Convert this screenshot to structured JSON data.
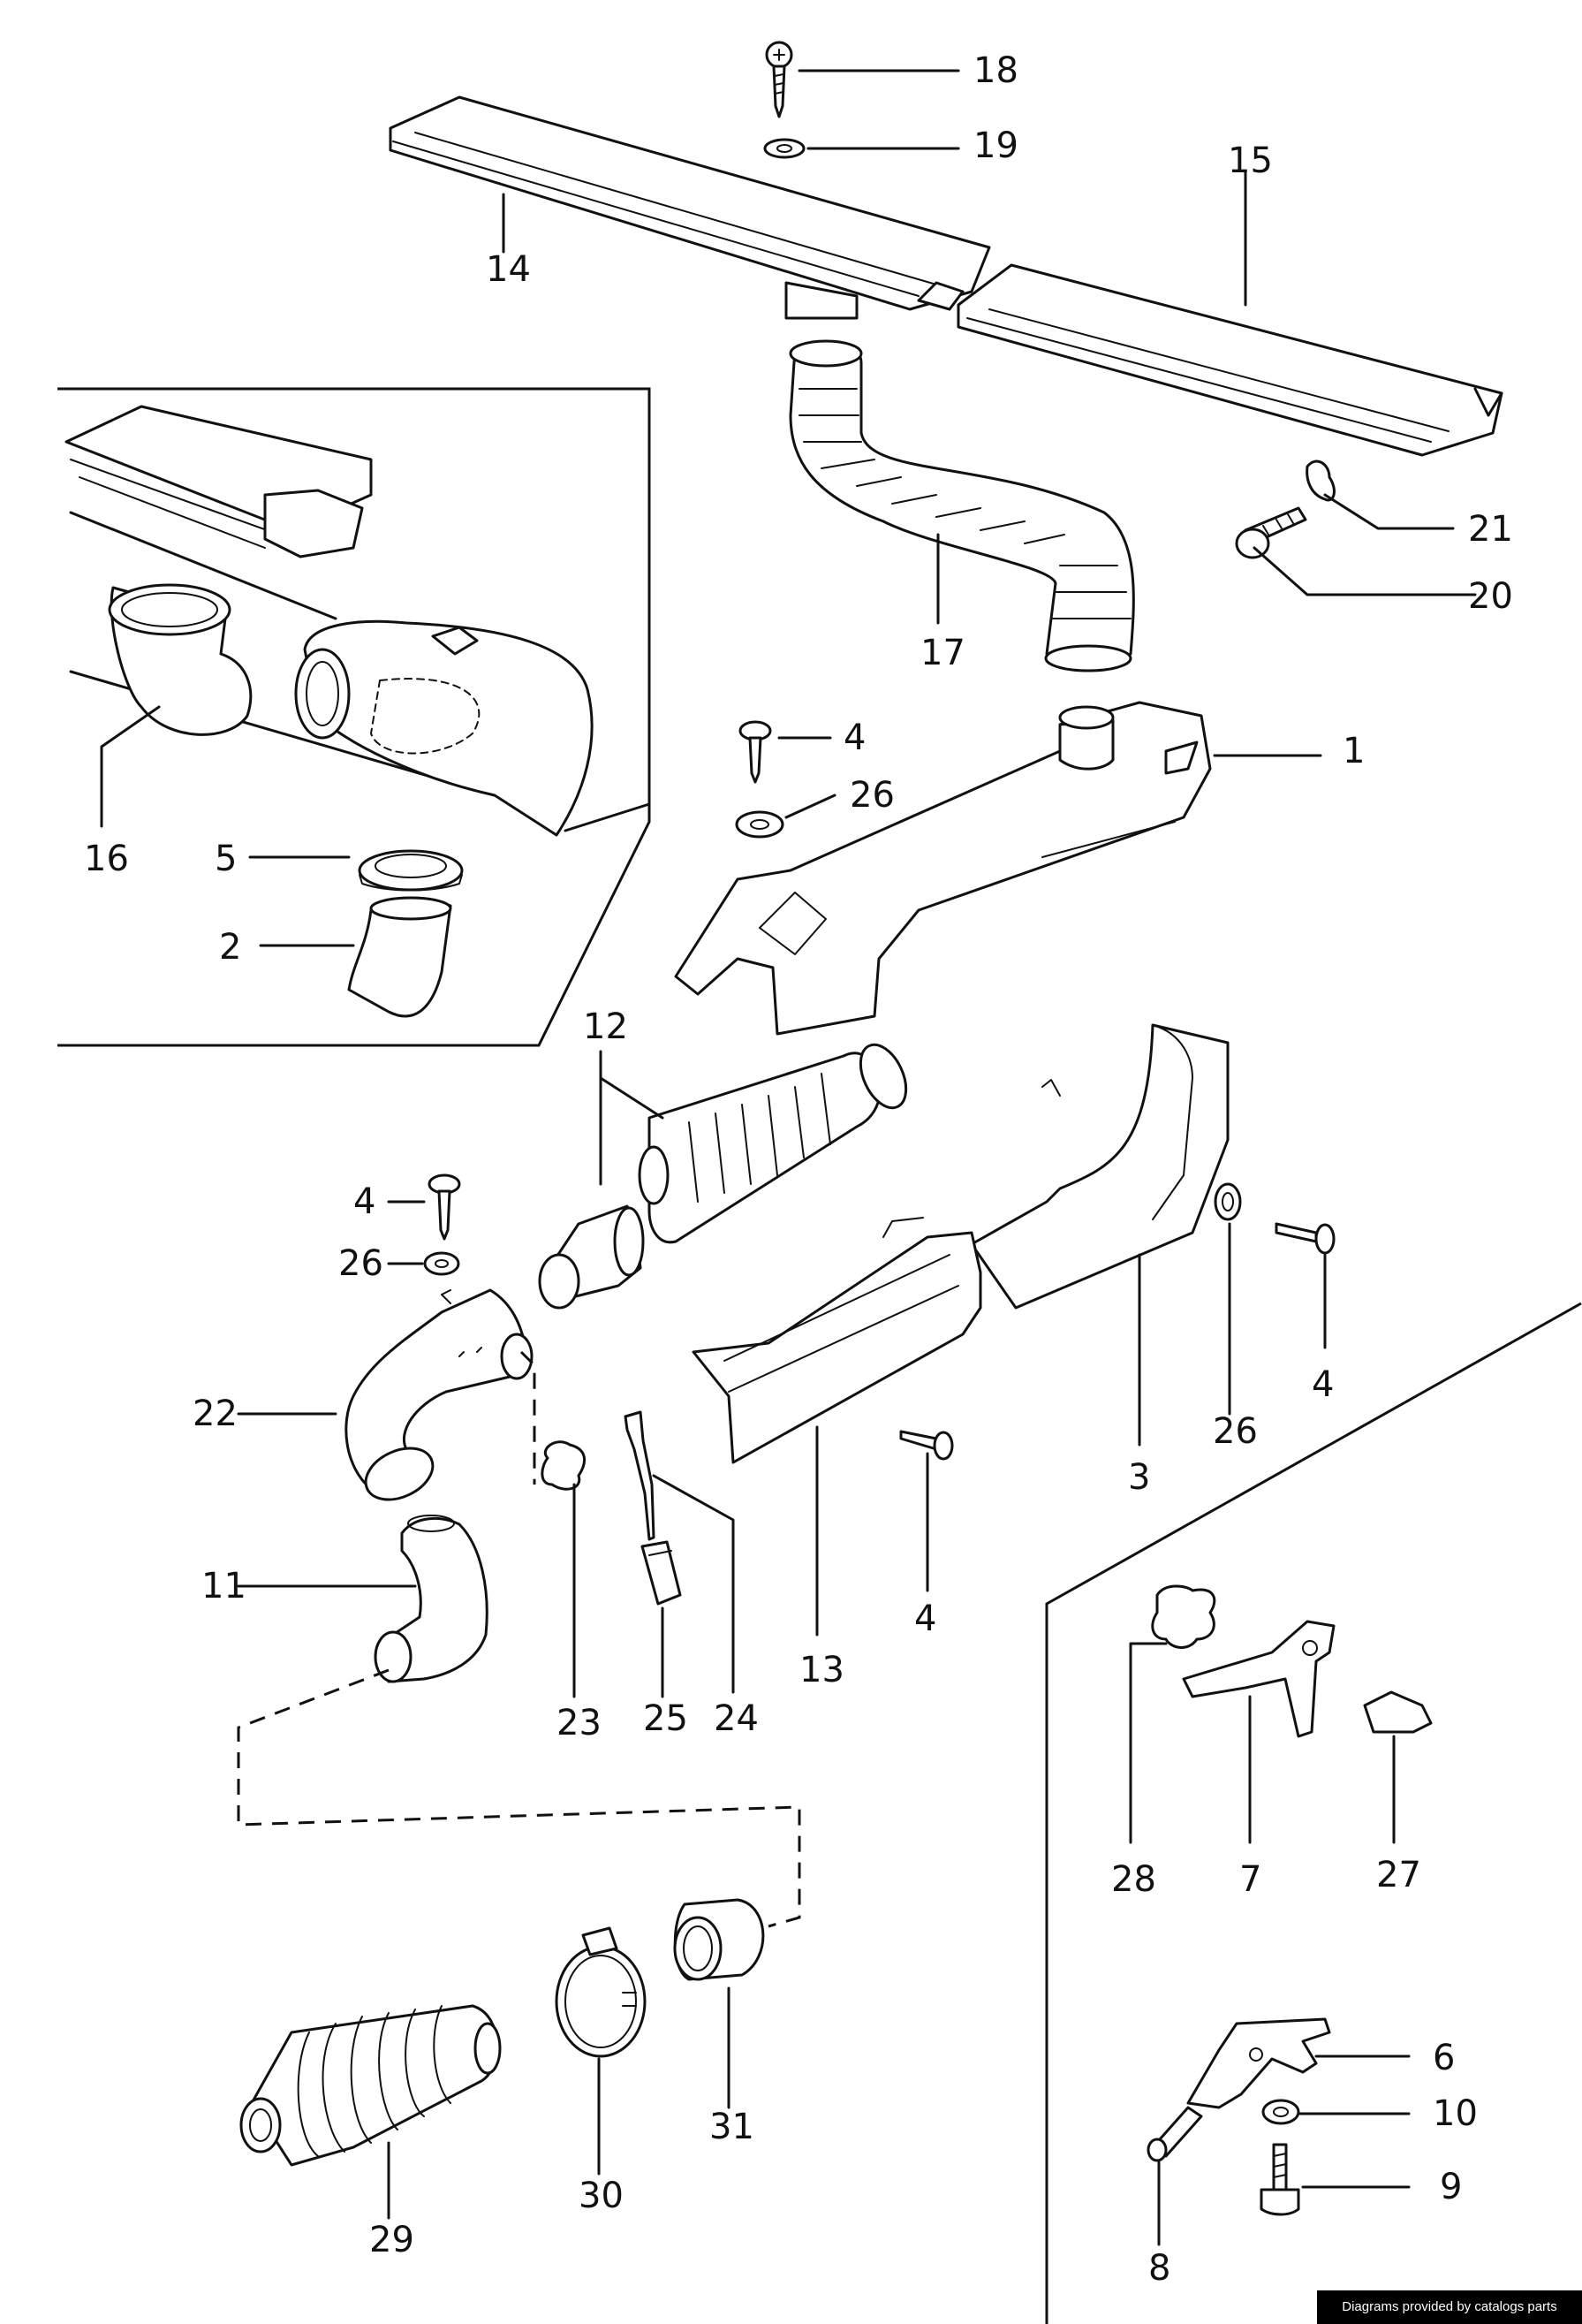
{
  "callouts": [
    {
      "id": "c18",
      "text": "18"
    },
    {
      "id": "c19",
      "text": "19"
    },
    {
      "id": "c15",
      "text": "15"
    },
    {
      "id": "c14",
      "text": "14"
    },
    {
      "id": "c21",
      "text": "21"
    },
    {
      "id": "c20",
      "text": "20"
    },
    {
      "id": "c17",
      "text": "17"
    },
    {
      "id": "c4a",
      "text": "4"
    },
    {
      "id": "c26a",
      "text": "26"
    },
    {
      "id": "c1",
      "text": "1"
    },
    {
      "id": "c16",
      "text": "16"
    },
    {
      "id": "c5",
      "text": "5"
    },
    {
      "id": "c2",
      "text": "2"
    },
    {
      "id": "c12",
      "text": "12"
    },
    {
      "id": "c4b",
      "text": "4"
    },
    {
      "id": "c26b",
      "text": "26"
    },
    {
      "id": "c22",
      "text": "22"
    },
    {
      "id": "c26c",
      "text": "26"
    },
    {
      "id": "c4c",
      "text": "4"
    },
    {
      "id": "c3",
      "text": "3"
    },
    {
      "id": "c4d",
      "text": "4"
    },
    {
      "id": "c13",
      "text": "13"
    },
    {
      "id": "c11",
      "text": "11"
    },
    {
      "id": "c23",
      "text": "23"
    },
    {
      "id": "c25",
      "text": "25"
    },
    {
      "id": "c24",
      "text": "24"
    },
    {
      "id": "c28",
      "text": "28"
    },
    {
      "id": "c7",
      "text": "7"
    },
    {
      "id": "c27",
      "text": "27"
    },
    {
      "id": "c31",
      "text": "31"
    },
    {
      "id": "c30",
      "text": "30"
    },
    {
      "id": "c29",
      "text": "29"
    },
    {
      "id": "c6",
      "text": "6"
    },
    {
      "id": "c10",
      "text": "10"
    },
    {
      "id": "c9",
      "text": "9"
    },
    {
      "id": "c8",
      "text": "8"
    }
  ],
  "footer": {
    "text": "Diagrams provided by catalogs parts"
  }
}
